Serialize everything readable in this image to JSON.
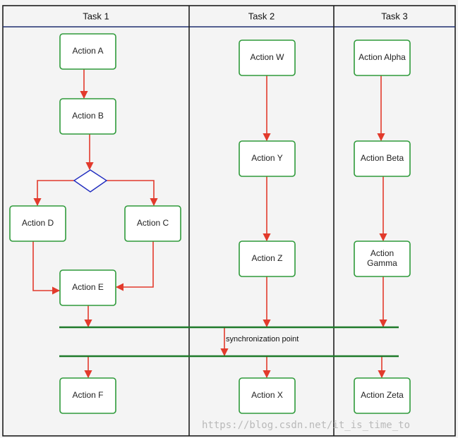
{
  "diagram": {
    "lanes": [
      {
        "id": "task1",
        "title": "Task 1"
      },
      {
        "id": "task2",
        "title": "Task 2"
      },
      {
        "id": "task3",
        "title": "Task 3"
      }
    ],
    "nodes": {
      "action_a": {
        "label": "Action A"
      },
      "action_b": {
        "label": "Action B"
      },
      "action_c": {
        "label": "Action C"
      },
      "action_d": {
        "label": "Action D"
      },
      "action_e": {
        "label": "Action E"
      },
      "action_f": {
        "label": "Action F"
      },
      "action_w": {
        "label": "Action W"
      },
      "action_y": {
        "label": "Action Y"
      },
      "action_z": {
        "label": "Action Z"
      },
      "action_x": {
        "label": "Action X"
      },
      "action_alpha": {
        "label": "Action Alpha"
      },
      "action_beta": {
        "label": "Action Beta"
      },
      "action_gamma": {
        "label": "Action\nGamma"
      },
      "action_zeta": {
        "label": "Action Zeta"
      }
    },
    "sync_label": "synchronization point",
    "watermark": "https://blog.csdn.net/it_is_time_to",
    "colors": {
      "node_border": "#2e9a3a",
      "decision_border": "#1f2bbf",
      "edge": "#e23a2c",
      "sync_bar": "#1f7a2a"
    }
  }
}
